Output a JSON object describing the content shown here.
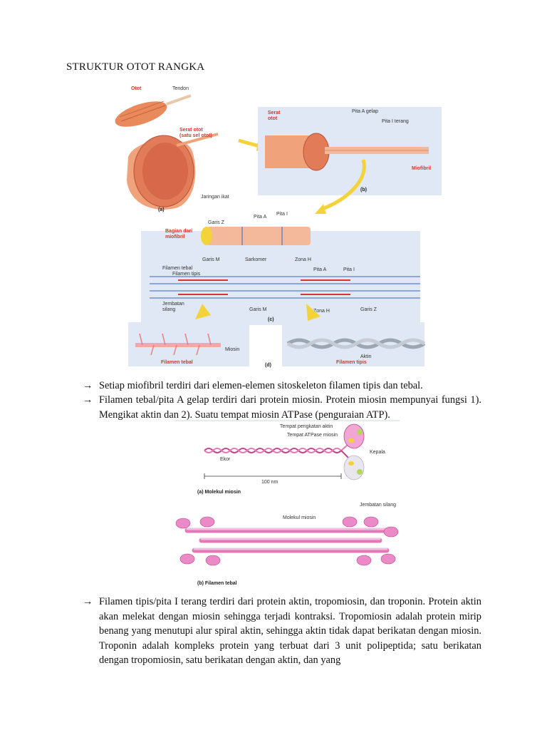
{
  "page": {
    "title": "STRUKTUR OTOT RANGKA"
  },
  "figure_muscle": {
    "labels": {
      "otot": "Otot",
      "tendon": "Tendon",
      "serat_otot": "Serat otot",
      "satu_sel_otot": "(satu sel otot)",
      "jaringan_ikat": "Jaringan ikat",
      "serat_otot_b": "Serat",
      "serat_otot_b2": "otot",
      "pita_a_gelap": "Pita A gelap",
      "pita_i_terang": "Pita I terang",
      "miofibril": "Miofibril",
      "bagian_dari": "Bagian dari",
      "miofibril_c": "miofibril",
      "garis_z": "Garis Z",
      "pita_a": "Pita A",
      "pita_i": "Pita I",
      "garis_m": "Garis M",
      "sarkomer": "Sarkomer",
      "zona_h": "Zona H",
      "filamen_tebal": "Filamen tebal",
      "filamen_tipis": "Filamen tipis",
      "jembatan": "Jembatan",
      "silang": "silang",
      "garis_m2": "Garis M",
      "pita_a2": "Pita A",
      "pita_i2": "Pita I",
      "zona_h2": "Zona H",
      "garis_z2": "Garis Z",
      "miosin": "Miosin",
      "aktin": "Aktin",
      "filamen_tebal_d": "Filamen tebal",
      "filamen_tipis_d": "Filamen tipis",
      "cap_a": "(a)",
      "cap_b": "(b)",
      "cap_c": "(c)",
      "cap_d": "(d)"
    }
  },
  "figure_myosin": {
    "labels": {
      "tempat_pengikatan_aktin": "Tempat pengkatan aktin",
      "tempat_atpase": "Tempat ATPase miosin",
      "kepala": "Kepala",
      "ekor": "Ekor",
      "scale": "100 nm",
      "cap_a": "(a) Molekul miosin",
      "jembatan_silang": "Jembatan silang",
      "molekul_miosin": "Molekul miosin",
      "cap_b": "(b) Filamen tebal"
    }
  },
  "bullets": [
    {
      "arrow": "→",
      "text": "Setiap miofibril terdiri dari elemen-elemen sitoskeleton filamen tipis dan tebal."
    },
    {
      "arrow": "→",
      "text": "Filamen tebal/pita A gelap terdiri dari protein miosin. Protein miosin mempunyai fungsi 1). Mengikat aktin dan 2). Suatu tempat miosin ATPase (penguraian ATP)."
    },
    {
      "arrow": "→",
      "text": "Filamen tipis/pita I terang terdiri dari protein aktin, tropomiosin, dan troponin. Protein aktin akan melekat dengan miosin sehingga terjadi kontraksi. Tropomiosin adalah protein mirip benang yang menutupi alur spiral aktin, sehingga aktin tidak dapat berikatan dengan miosin. Troponin adalah kompleks protein yang terbuat dari 3 unit polipeptida; satu berikatan dengan tropomiosin, satu berikatan dengan aktin, dan yang"
    }
  ]
}
